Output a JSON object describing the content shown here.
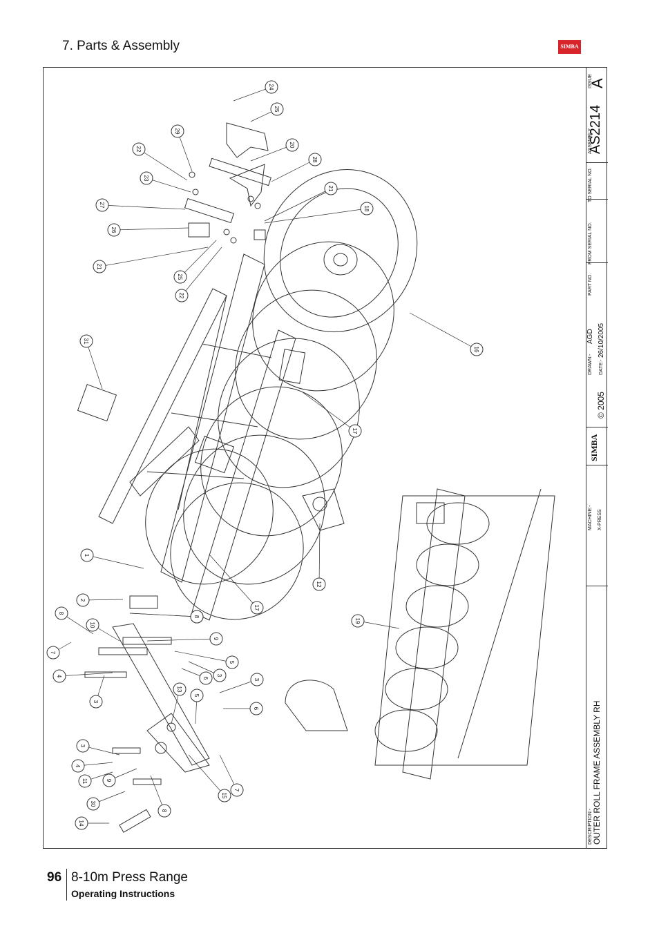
{
  "header": {
    "section_title": "7. Parts & Assembly",
    "logo_text": "SIMBA"
  },
  "title_block": {
    "issue_label": "ISSUE",
    "issue_value": "A",
    "assembly_label": "ASSEMBLY",
    "assembly_value": "AS2214",
    "to_serial_label": "TO SERIAL NO.",
    "from_serial_label": "FROM SERIAL NO.",
    "part_no_label": "PART NO.",
    "drawn_label": "DRAWN:-",
    "drawn_value": "AGD",
    "date_label": "DATE:-",
    "date_value": "26/10/2005",
    "copyright": "© 2005",
    "brand": "SIMBA",
    "machine_label": "MACHINE:-",
    "machine_value": "X-PRESS",
    "description_label": "DESCRIPTION:-",
    "description_value": "OUTER ROLL FRAME ASSEMBLY RH"
  },
  "callouts": [
    "24",
    "25",
    "20",
    "29",
    "22",
    "28",
    "23",
    "21",
    "18",
    "27",
    "26",
    "21",
    "25",
    "22",
    "16",
    "31",
    "17",
    "12",
    "1",
    "2",
    "17",
    "19",
    "8",
    "10",
    "8",
    "7",
    "9",
    "5",
    "3",
    "4",
    "6",
    "3",
    "3",
    "13",
    "5",
    "6",
    "3",
    "4",
    "11",
    "9",
    "8",
    "7",
    "15",
    "30",
    "14",
    "8"
  ],
  "footer": {
    "page_number": "96",
    "range": "8-10m Press Range",
    "subtitle": "Operating Instructions"
  },
  "colors": {
    "logo_red": "#d8252a",
    "line": "#333333"
  }
}
